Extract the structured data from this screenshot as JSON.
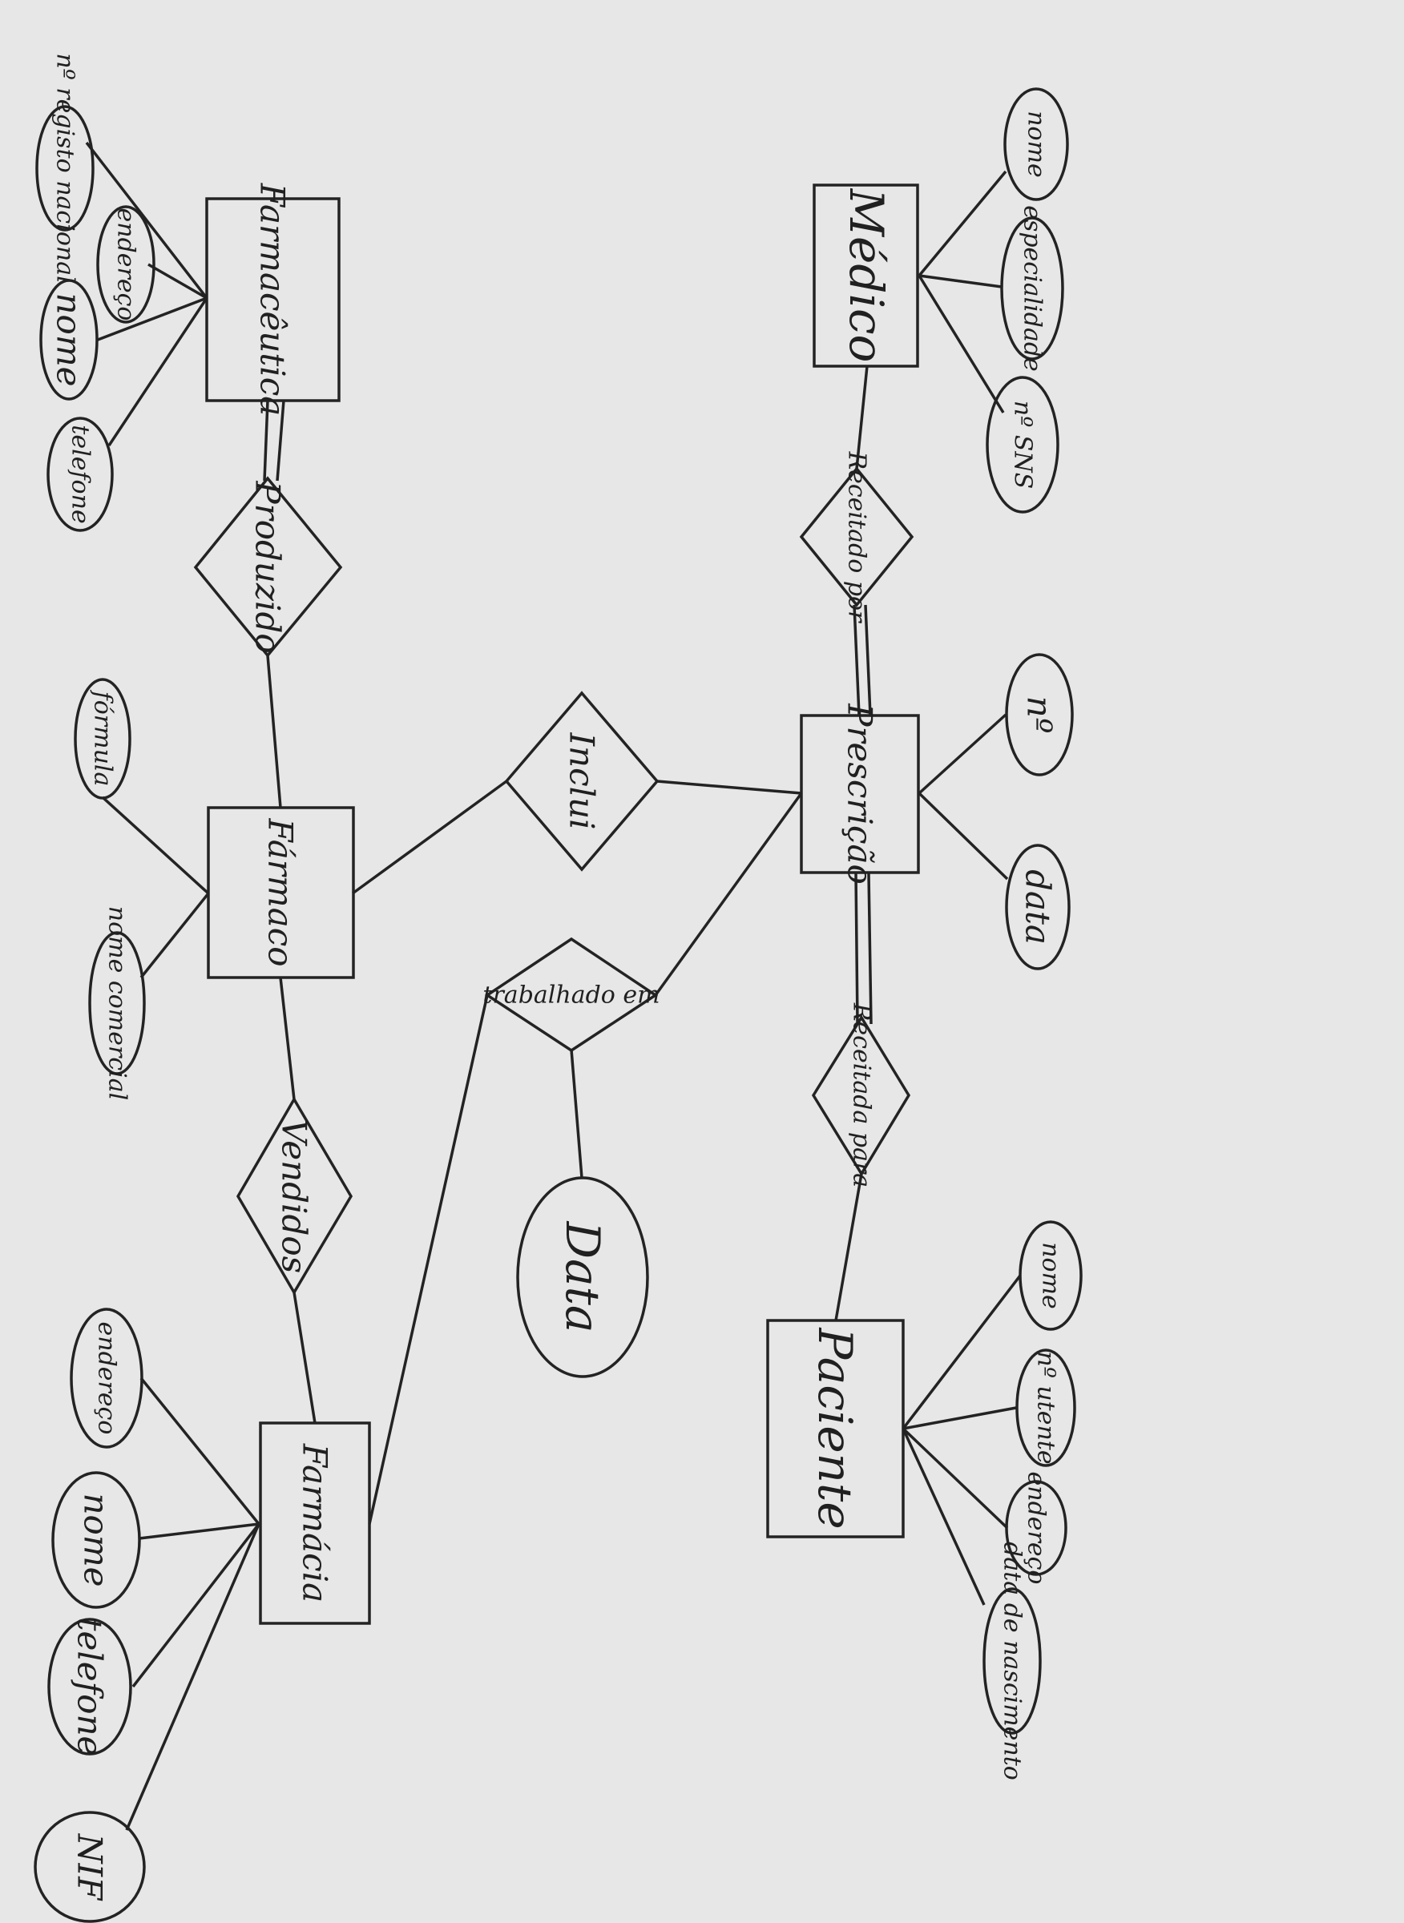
{
  "diagram": {
    "entities": {
      "farmaceutica": "Farmacêutica",
      "medico": "Médico",
      "farmaco": "Fármaco",
      "prescricao": "Prescrição",
      "farmacia": "Farmácia",
      "paciente": "Paciente"
    },
    "relationships": {
      "produzido": "Produzido",
      "receitado_por": "Receitado por",
      "inclui": "Inclui",
      "trabalhado_em": "trabalhado em",
      "receitada_para": "Receitada para",
      "vendidos": "Vendidos"
    },
    "attributes": {
      "farmaceutica_registo": "nº registo nacional",
      "farmaceutica_endereco": "endereço",
      "farmaceutica_nome": "nome",
      "farmaceutica_telefone": "telefone",
      "medico_nome": "nome",
      "medico_especialidade": "especialidade",
      "medico_sns": "nº SNS",
      "farmaco_formula": "fórmula",
      "farmaco_nome_comercial": "nome comercial",
      "prescricao_numero": "nº",
      "prescricao_data": "data",
      "data": "Data",
      "farmacia_endereco": "endereço",
      "farmacia_nome": "nome",
      "farmacia_telefone": "telefone",
      "farmacia_nif": "NIF",
      "paciente_nome": "nome",
      "paciente_utente": "nº utente",
      "paciente_endereco": "endereço",
      "paciente_nascimento": "data de nascimento"
    }
  }
}
